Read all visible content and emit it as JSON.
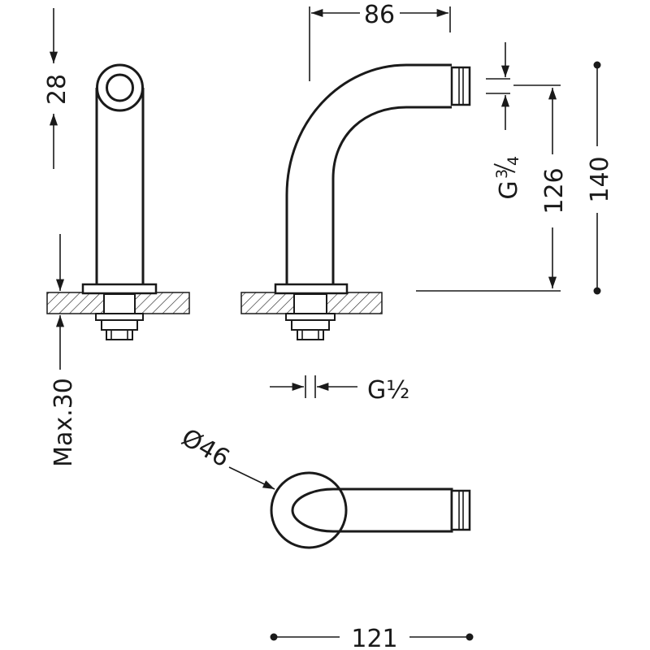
{
  "dimensions": {
    "pipe_height": "28",
    "spout_reach": "86",
    "outlet_thread": "G",
    "outlet_thread_fraction_num": "3",
    "outlet_thread_fraction_den": "4",
    "outlet_height": "126",
    "total_height": "140",
    "max_counter_thickness": "Max.30",
    "inlet_thread": "G½",
    "flange_diameter": "Ø46",
    "total_length": "121"
  },
  "colors": {
    "line": "#1a1a1a",
    "background": "#ffffff"
  }
}
